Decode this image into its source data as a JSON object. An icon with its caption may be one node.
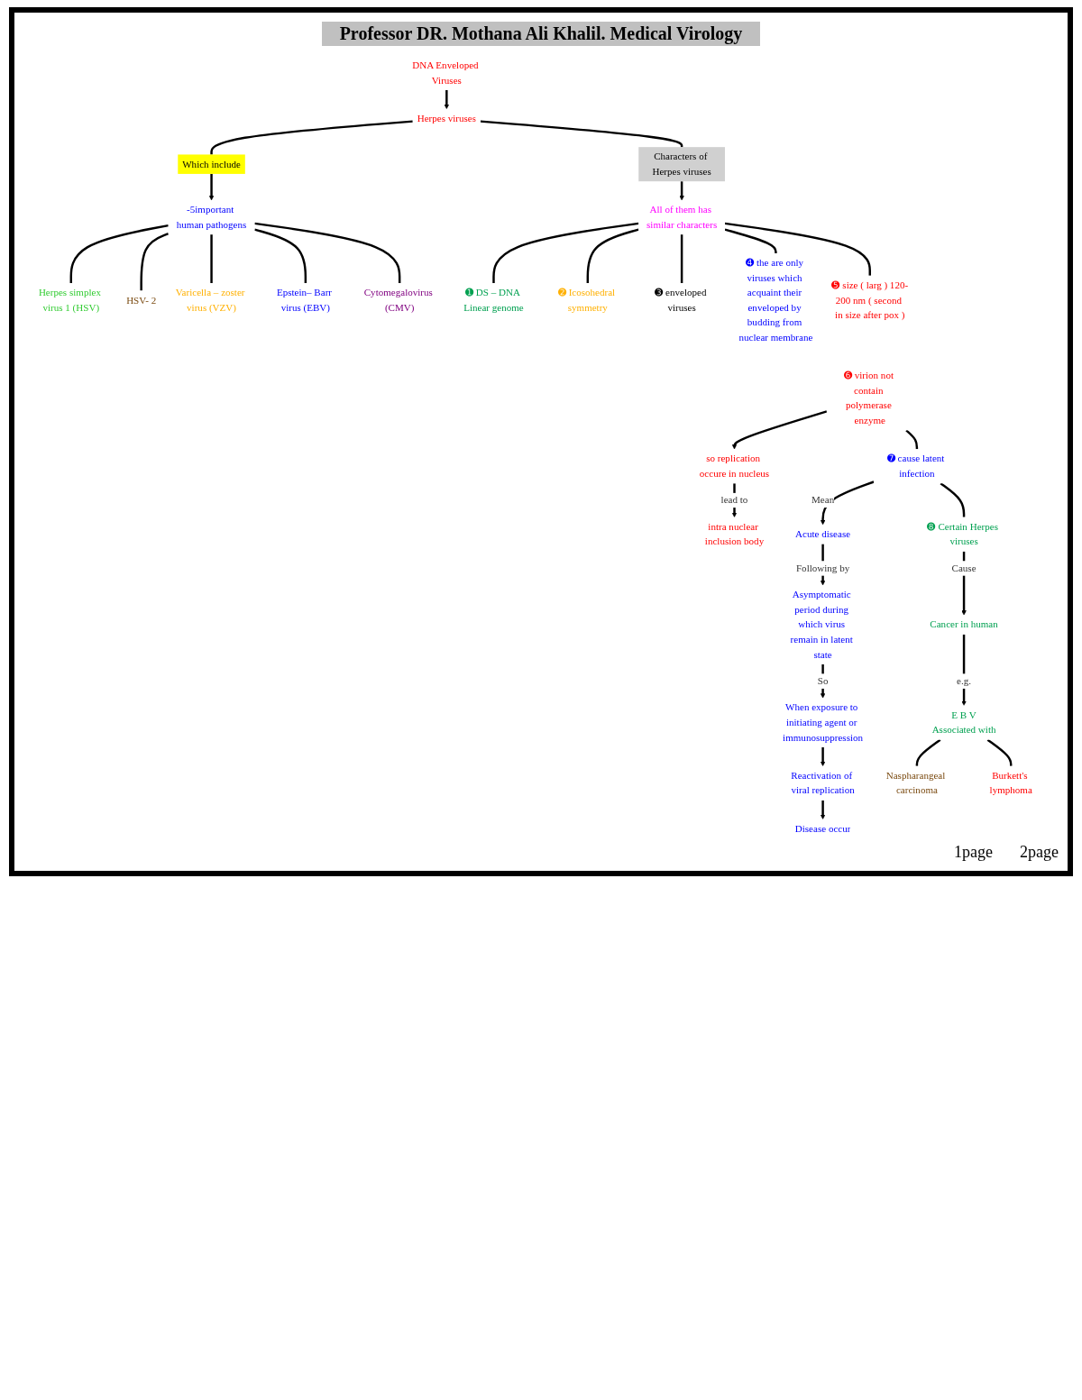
{
  "diagram": {
    "title": "Professor DR. Mothana Ali Khalil. Medical Virology",
    "nodes": [
      {
        "text": [
          "DNA Enveloped Viruses"
        ]
      },
      {
        "text": [
          "Herpes viruses"
        ]
      },
      {
        "text": [
          "Which include"
        ]
      },
      {
        "text": [
          "Characters of Herpes viruses"
        ]
      },
      {
        "text": [
          "-5important human pathogens"
        ]
      },
      {
        "text": [
          "Herpes simplex virus 1 (HSV)"
        ]
      },
      {
        "text": [
          "HSV- 2"
        ]
      },
      {
        "text": [
          "Varicella – zoster virus (VZV)"
        ]
      },
      {
        "text": [
          "Epstein– Barr virus (EBV)"
        ]
      },
      {
        "text": [
          "Cytomegalovirus (CMV)"
        ]
      },
      {
        "text": [
          "All of them has similar characters"
        ]
      },
      {
        "text": [
          "➊ DS – DNA Linear genome"
        ]
      },
      {
        "text": [
          "➋ Icosohedral symmetry"
        ]
      },
      {
        "text": [
          "➌ enveloped viruses"
        ]
      },
      {
        "text": [
          "➍ the are only viruses which acquaint their enveloped by budding from nuclear membrane"
        ]
      },
      {
        "text": [
          "➎ size ( larg ) 120-200 nm ( second in size after pox )"
        ]
      },
      {
        "text": [
          "➏ virion not contain polymerase enzyme"
        ]
      },
      {
        "text": [
          "so replication occure in nucleus"
        ]
      },
      {
        "text": [
          "intra nuclear inclusion body"
        ]
      },
      {
        "text": [
          "➐ cause latent infection"
        ]
      },
      {
        "text": [
          "Acute disease"
        ]
      },
      {
        "text": [
          "Asymptomatic period during which virus remain in latent state"
        ]
      },
      {
        "text": [
          "When exposure to initiating agent or immunosuppression"
        ]
      },
      {
        "text": [
          "Reactivation of viral replication"
        ]
      },
      {
        "text": [
          "Disease occur"
        ]
      },
      {
        "text": [
          "➑ Certain Herpes viruses"
        ]
      },
      {
        "text": [
          "Cancer in human"
        ]
      },
      {
        "text": [
          "E B V",
          "Associated with"
        ]
      },
      {
        "text": [
          "Naspharangeal carcinoma"
        ]
      },
      {
        "text": [
          "Burkett's lymphoma"
        ]
      }
    ],
    "edges": [
      {
        "from": 0,
        "to": 1,
        "arrow": "to"
      },
      {
        "from": 1,
        "to": 2,
        "arrow": "none"
      },
      {
        "from": 1,
        "to": 3,
        "arrow": "none"
      },
      {
        "from": 2,
        "to": 4,
        "arrow": "to"
      },
      {
        "from": 3,
        "to": 10,
        "arrow": "to"
      },
      {
        "from": 4,
        "to": 5,
        "arrow": "none"
      },
      {
        "from": 4,
        "to": 6,
        "arrow": "none"
      },
      {
        "from": 4,
        "to": 7,
        "arrow": "none"
      },
      {
        "from": 4,
        "to": 8,
        "arrow": "none"
      },
      {
        "from": 4,
        "to": 9,
        "arrow": "none"
      },
      {
        "from": 10,
        "to": 11,
        "arrow": "none"
      },
      {
        "from": 10,
        "to": 12,
        "arrow": "none"
      },
      {
        "from": 10,
        "to": 13,
        "arrow": "none"
      },
      {
        "from": 10,
        "to": 14,
        "arrow": "none"
      },
      {
        "from": 10,
        "to": 15,
        "arrow": "none"
      },
      {
        "from": 16,
        "to": 19,
        "arrow": "none"
      },
      {
        "from": 19,
        "to": 25,
        "arrow": "none"
      },
      {
        "from": 16,
        "to": 17,
        "arrow": "to"
      },
      {
        "from": 17,
        "to": 18,
        "label": "lead to",
        "arrow": "to"
      },
      {
        "from": 19,
        "to": 20,
        "label": "Mean",
        "arrow": "to"
      },
      {
        "from": 20,
        "to": 21,
        "label": "Following by",
        "arrow": "to"
      },
      {
        "from": 21,
        "to": 22,
        "label": "So",
        "arrow": "to"
      },
      {
        "from": 22,
        "to": 23,
        "arrow": "to"
      },
      {
        "from": 23,
        "to": 24,
        "arrow": "to"
      },
      {
        "from": 25,
        "to": 26,
        "label": "Cause",
        "arrow": "to"
      },
      {
        "from": 26,
        "to": 27,
        "label": "e.g.",
        "arrow": "to"
      },
      {
        "from": 27,
        "to": 28,
        "arrow": "none"
      },
      {
        "from": 27,
        "to": 29,
        "arrow": "none"
      }
    ],
    "labels": [
      "1page",
      "2page"
    ]
  }
}
